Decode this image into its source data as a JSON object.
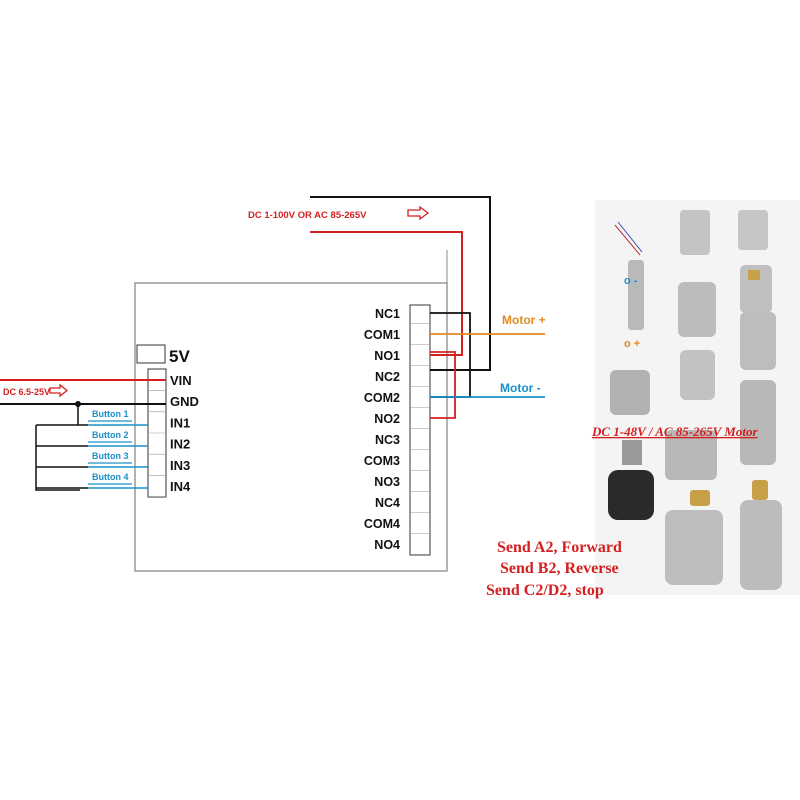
{
  "supply": {
    "load_label": "DC 1-100V OR AC 85-265V",
    "module_label": "DC 6.5-25V"
  },
  "module": {
    "voltage_label": "5V",
    "input_pins": [
      "VIN",
      "GND",
      "IN1",
      "IN2",
      "IN3",
      "IN4"
    ],
    "buttons": [
      "Button 1",
      "Button 2",
      "Button 3",
      "Button 4"
    ],
    "relay_pins": [
      "NC1",
      "COM1",
      "NO1",
      "NC2",
      "COM2",
      "NO2",
      "NC3",
      "COM3",
      "NO3",
      "NC4",
      "COM4",
      "NO4"
    ]
  },
  "motor": {
    "plus_label": "Motor +",
    "minus_label": "Motor -",
    "photo_caption": "DC 1-48V / AC 85-265V Motor",
    "photo_overlay_texts": [
      "o -",
      "o +"
    ]
  },
  "instructions": [
    "Send A2, Forward",
    "Send B2, Reverse",
    "Send C2/D2, stop"
  ],
  "colors": {
    "red": "#d42020",
    "blue": "#1a90c8",
    "orange": "#e08a1e",
    "black": "#111111",
    "gray": "#8a8a8a"
  }
}
